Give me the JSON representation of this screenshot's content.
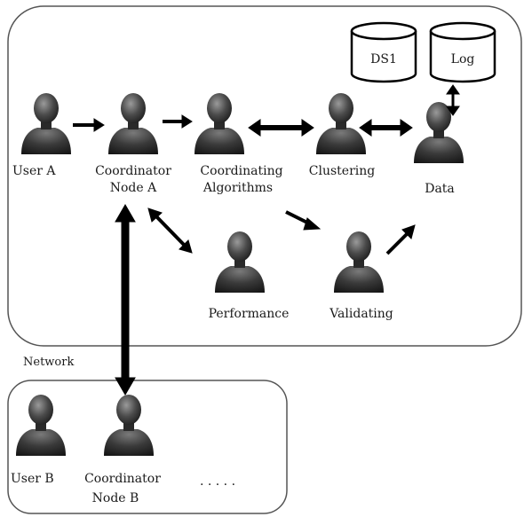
{
  "nodes": {
    "user_a": "User A",
    "coordinator_a": [
      "Coordinator",
      "Node A"
    ],
    "algorithms": [
      "Coordinating",
      "Algorithms"
    ],
    "clustering": "Clustering",
    "data": "Data",
    "performance": "Performance",
    "validating": "Validating",
    "user_b": "User B",
    "coordinator_b": [
      "Coordinator",
      "Node B"
    ],
    "ellipsis": ". . . . ."
  },
  "databases": {
    "ds1": "DS1",
    "log": "Log"
  },
  "network_label": "Network",
  "colors": {
    "person": "#3c3c3c",
    "person_highlight": "#8a8a8a",
    "arrow": "#000000",
    "border": "#555555"
  }
}
